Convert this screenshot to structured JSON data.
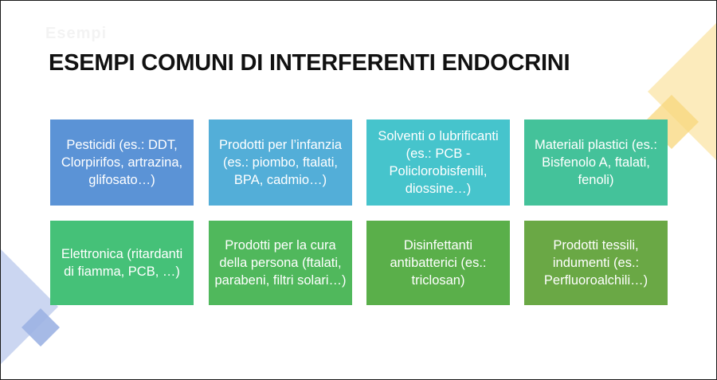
{
  "slide": {
    "ghost_text": "Esempi",
    "title": "ESEMPI COMUNI DI INTERFERENTI ENDOCRINI",
    "boxes": [
      {
        "text": "Pesticidi (es.: DDT, Clorpirifos, artrazina, glifosato…)",
        "color": "#5b93d6"
      },
      {
        "text": "Prodotti per l’infanzia (es.: piombo, ftalati, BPA, cadmio…)",
        "color": "#53aed8"
      },
      {
        "text": "Solventi o lubrificanti (es.: PCB - Policlorobisfenili, diossine…)",
        "color": "#46c4cc"
      },
      {
        "text": "Materiali plastici (es.: Bisfenolo A, ftalati, fenoli)",
        "color": "#44c29a"
      },
      {
        "text": "Elettronica (ritardanti di fiamma, PCB, …)",
        "color": "#45c178"
      },
      {
        "text": "Prodotti per la cura della persona (ftalati, parabeni, filtri solari…)",
        "color": "#50b85c"
      },
      {
        "text": "Disinfettanti antibatterici (es.: triclosan)",
        "color": "#5aaf4a"
      },
      {
        "text": "Prodotti tessili, indumenti (es.: Perfluoroalchili…)",
        "color": "#6aa845"
      }
    ]
  }
}
